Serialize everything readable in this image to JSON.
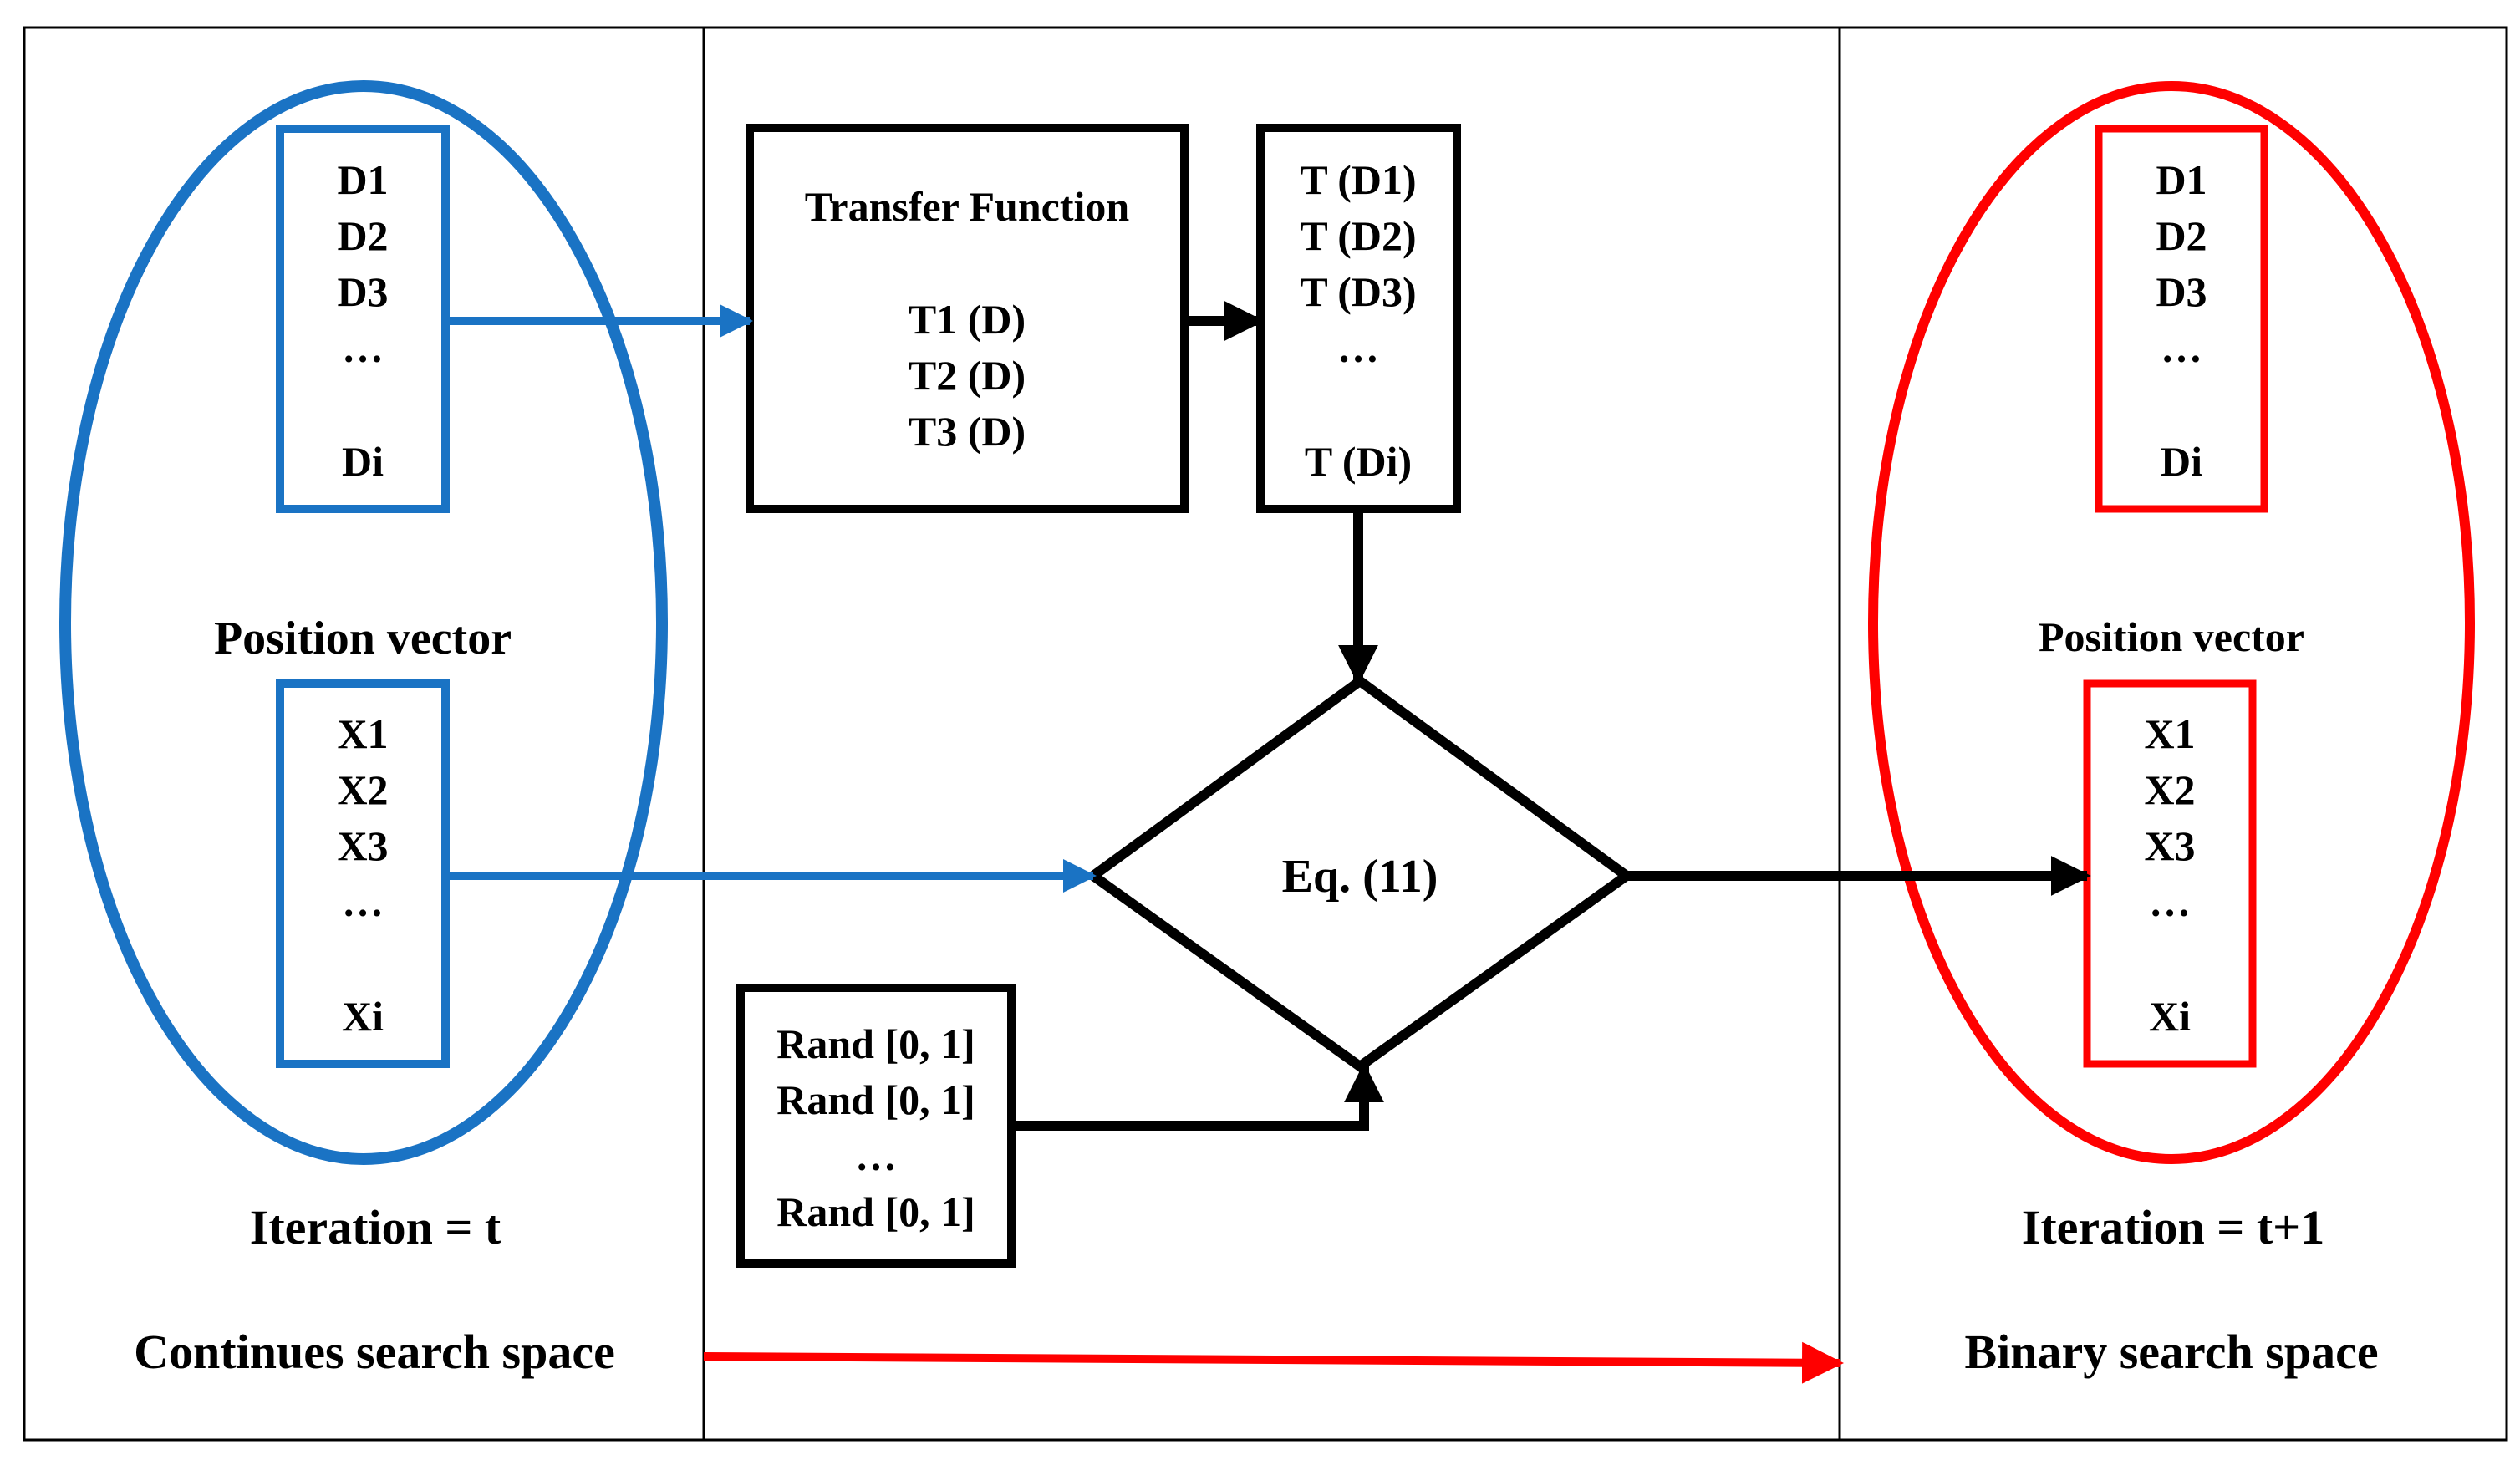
{
  "colors": {
    "continuous": "#1a73c4",
    "binary": "#ff0000",
    "flow": "#000000",
    "frame": "#000000"
  },
  "left_panel": {
    "d_vector": [
      "D1",
      "D2",
      "D3",
      "…",
      "Di"
    ],
    "label": "Position vector",
    "x_vector": [
      "X1",
      "X2",
      "X3",
      "…",
      "Xi"
    ],
    "iteration": "Iteration = t",
    "space": "Continues search space"
  },
  "middle_panel": {
    "transfer": {
      "title": "Transfer Function",
      "functions": [
        "T1 (D)",
        "T2 (D)",
        "T3 (D)"
      ]
    },
    "transferred": [
      "T (D1)",
      "T (D2)",
      "T (D3)",
      "…",
      "T (Di)"
    ],
    "equation": "Eq. (11)",
    "random": [
      "Rand [0, 1]",
      "Rand [0, 1]",
      "…",
      "Rand [0, 1]"
    ]
  },
  "right_panel": {
    "d_vector": [
      "D1",
      "D2",
      "D3",
      "…",
      "Di"
    ],
    "label": "Position vector",
    "x_vector": [
      "X1",
      "X2",
      "X3",
      "…",
      "Xi"
    ],
    "iteration": "Iteration = t+1",
    "space": "Binary search space"
  }
}
